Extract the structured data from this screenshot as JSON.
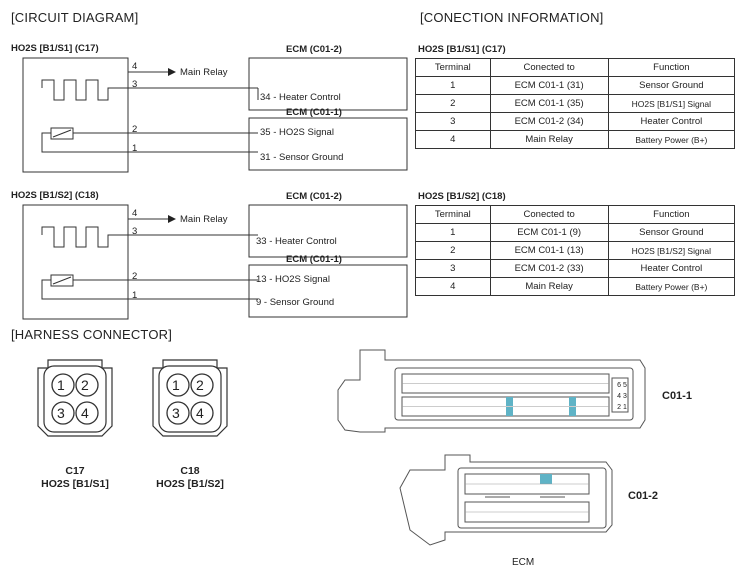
{
  "section_titles": {
    "circuit": "[CIRCUIT DIAGRAM]",
    "connection": "[CONECTION INFORMATION]",
    "harness": "[HARNESS CONNECTOR]"
  },
  "circuits": [
    {
      "sensor_title": "HO2S [B1/S1] (C17)",
      "ecm_top": "ECM (C01-2)",
      "ecm_bottom": "ECM (C01-1)",
      "main_relay": "Main Relay",
      "pins": [
        "4",
        "3",
        "2",
        "1"
      ],
      "ecm_pins": [
        "34 - Heater Control",
        "35 - HO2S Signal",
        "31 - Sensor Ground"
      ]
    },
    {
      "sensor_title": "HO2S [B1/S2] (C18)",
      "ecm_top": "ECM (C01-2)",
      "ecm_bottom": "ECM (C01-1)",
      "main_relay": "Main Relay",
      "pins": [
        "4",
        "3",
        "2",
        "1"
      ],
      "ecm_pins": [
        "33 - Heater Control",
        "13 - HO2S Signal",
        "9 - Sensor Ground"
      ]
    }
  ],
  "tables": [
    {
      "title": "HO2S [B1/S1] (C17)",
      "headers": [
        "Terminal",
        "Conected to",
        "Function"
      ],
      "rows": [
        [
          "1",
          "ECM C01-1 (31)",
          "Sensor Ground"
        ],
        [
          "2",
          "ECM C01-1 (35)",
          "HO2S [B1/S1] Signal"
        ],
        [
          "3",
          "ECM C01-2 (34)",
          "Heater Control"
        ],
        [
          "4",
          "Main Relay",
          "Battery Power (B+)"
        ]
      ]
    },
    {
      "title": "HO2S [B1/S2] (C18)",
      "headers": [
        "Terminal",
        "Conected to",
        "Function"
      ],
      "rows": [
        [
          "1",
          "ECM C01-1 (9)",
          "Sensor Ground"
        ],
        [
          "2",
          "ECM C01-1 (13)",
          "HO2S [B1/S2] Signal"
        ],
        [
          "3",
          "ECM C01-2 (33)",
          "Heater Control"
        ],
        [
          "4",
          "Main Relay",
          "Battery Power (B+)"
        ]
      ]
    }
  ],
  "harness": {
    "connectors": [
      {
        "pins": [
          "1",
          "2",
          "3",
          "4"
        ],
        "code": "C17",
        "name": "HO2S [B1/S1]"
      },
      {
        "pins": [
          "1",
          "2",
          "3",
          "4"
        ],
        "code": "C18",
        "name": "HO2S [B1/S2]"
      }
    ],
    "ecm_label": "ECM",
    "c01_1_label": "C01-1",
    "c01_2_label": "C01-2",
    "c01_1_side_pins": [
      "6",
      "5",
      "4",
      "3",
      "2",
      "1"
    ],
    "highlight_color": "#5fb3c6"
  }
}
